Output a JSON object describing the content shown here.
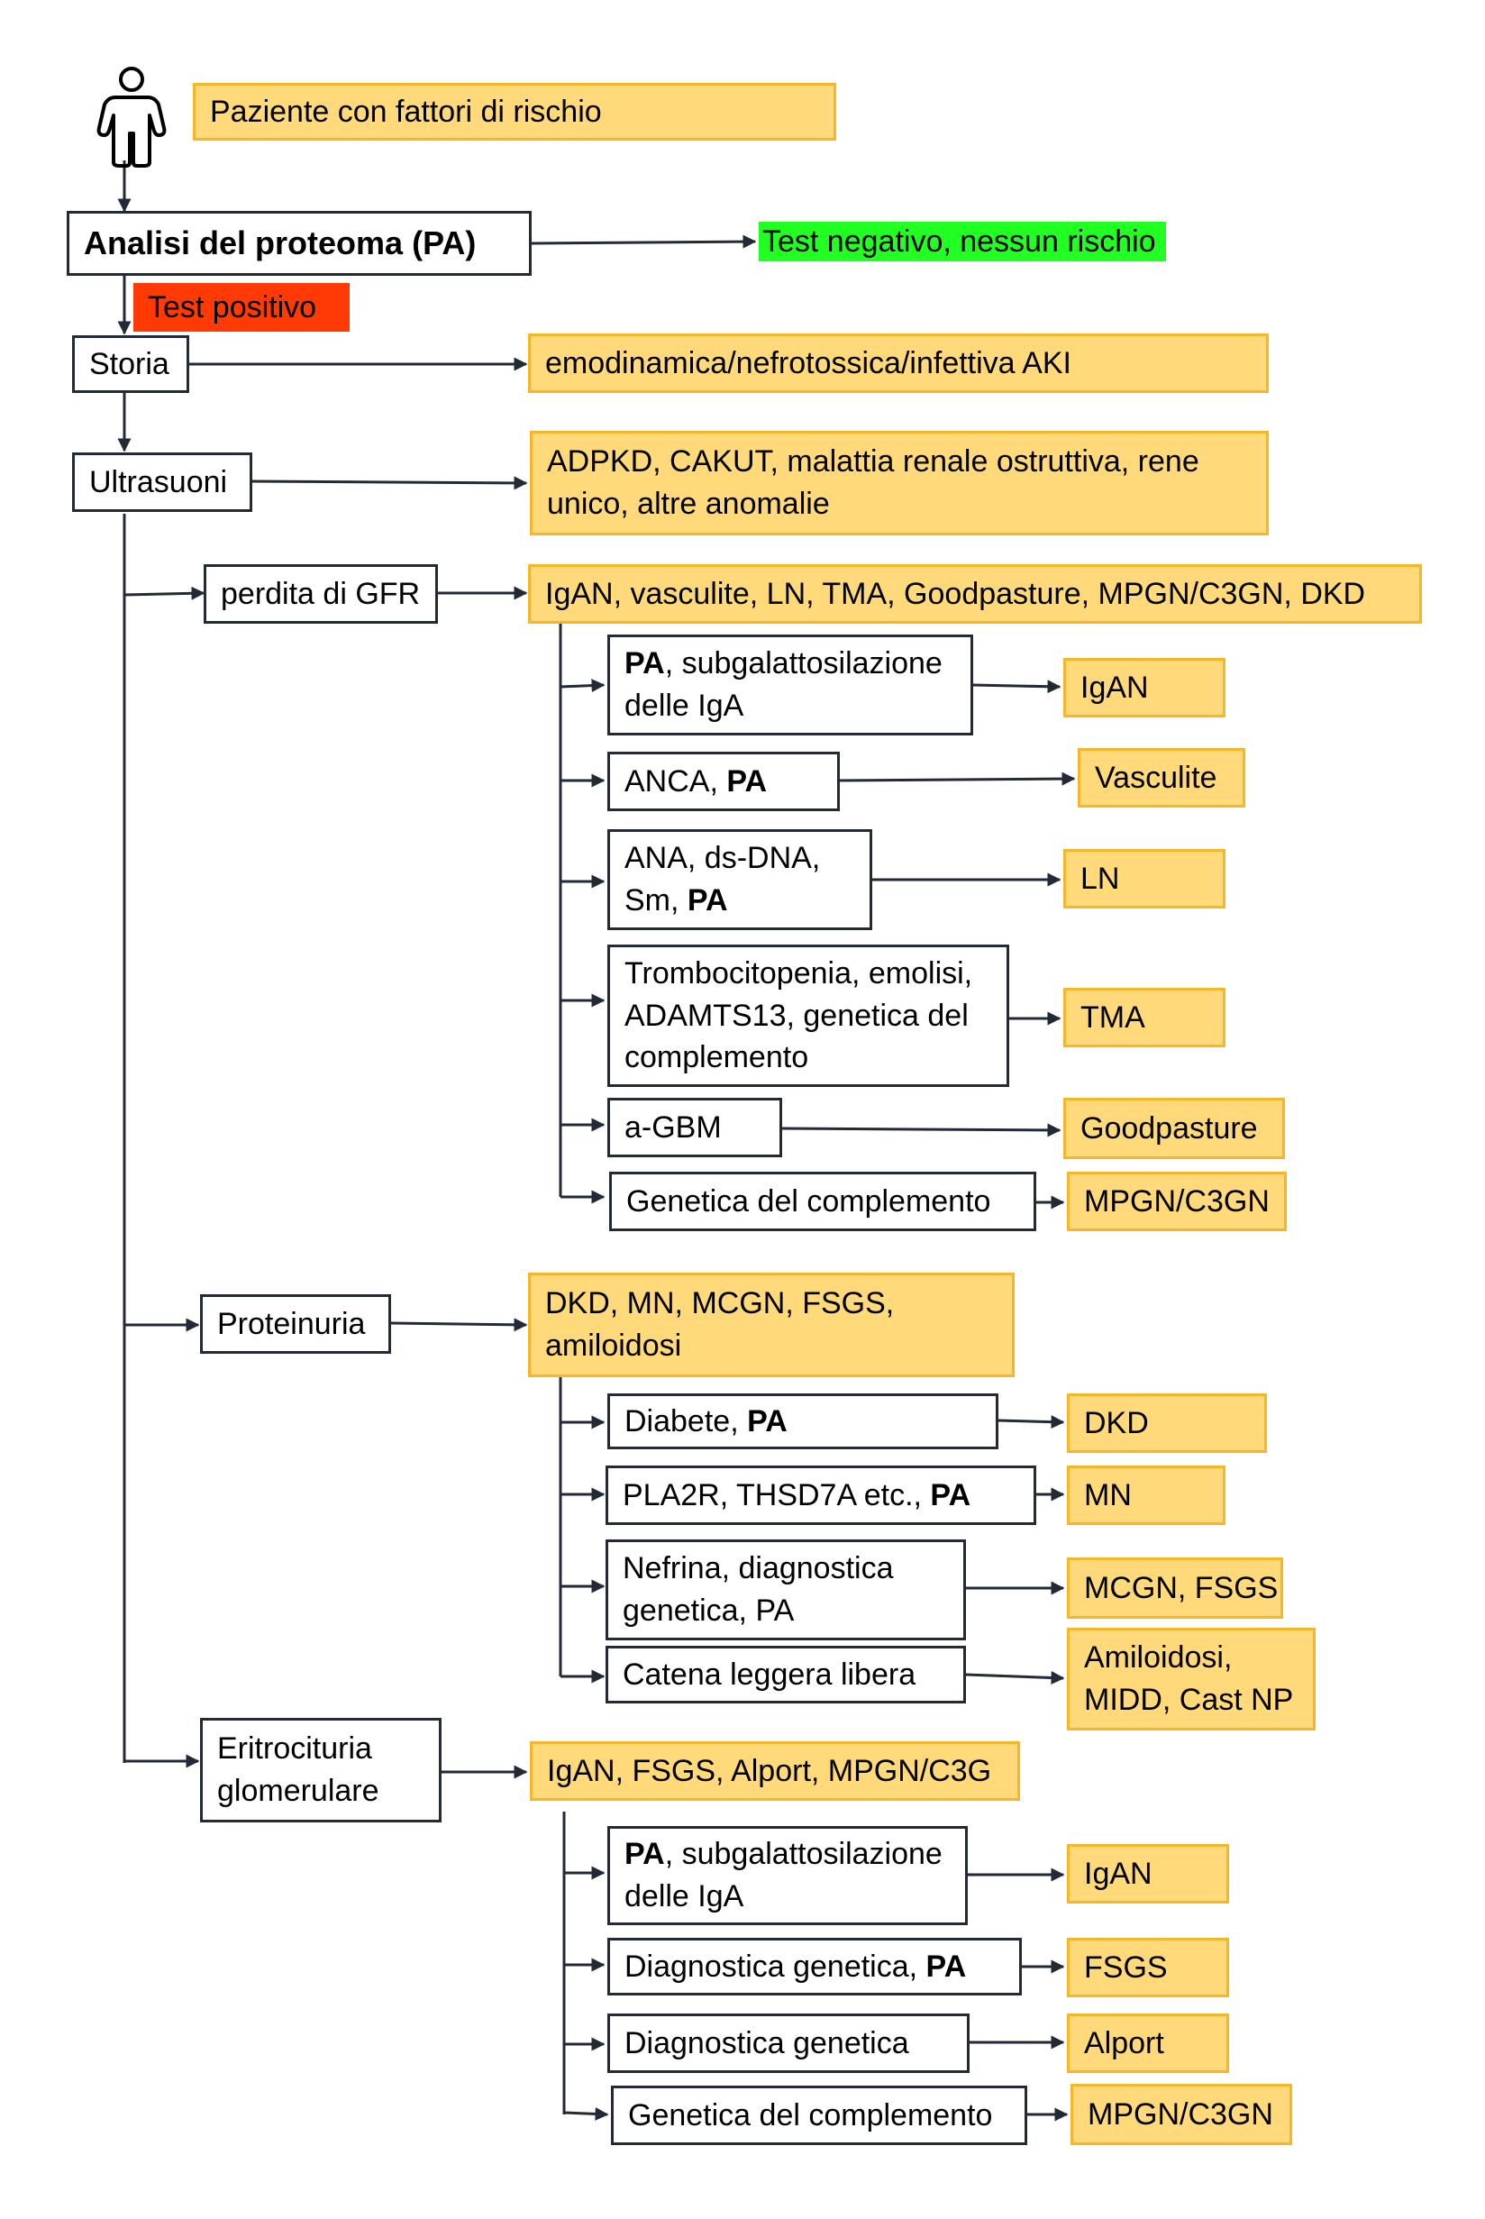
{
  "patient": {
    "label": "Paziente con fattori di rischio",
    "icon": "person-icon"
  },
  "proteome": {
    "label": "Analisi del proteoma (PA)"
  },
  "negative": {
    "label": "Test negativo, nessun rischio"
  },
  "positive": {
    "label": "Test positivo"
  },
  "history": {
    "label": "Storia",
    "outcome": "emodinamica/nefrotossica/infettiva AKI"
  },
  "ultrasound": {
    "label": "Ultrasuoni",
    "outcome_line1": "ADPKD, CAKUT, malattia renale ostruttiva, rene",
    "outcome_line2": "unico, altre anomalie"
  },
  "gfr": {
    "label": "perdita di GFR",
    "outcome": "IgAN, vasculite, LN, TMA, Goodpasture, MPGN/C3GN, DKD",
    "tests": [
      {
        "pa": "PA",
        "line1_rest": ", subgalattosilazione",
        "line2": "delle IgA",
        "result": "IgAN"
      },
      {
        "prefix": "ANCA, ",
        "pa": "PA",
        "result": "Vasculite"
      },
      {
        "line1": "ANA, ds-DNA,",
        "prefix2": "Sm, ",
        "pa": "PA",
        "result": "LN"
      },
      {
        "line1": "Trombocitopenia, emolisi,",
        "line2": "ADAMTS13, genetica del",
        "line3": "complemento",
        "result": "TMA"
      },
      {
        "label": "a-GBM",
        "result": "Goodpasture"
      },
      {
        "label": "Genetica del complemento",
        "result": "MPGN/C3GN"
      }
    ]
  },
  "proteinuria": {
    "label": "Proteinuria",
    "outcome_line1": "DKD, MN, MCGN, FSGS,",
    "outcome_line2": "amiloidosi",
    "tests": [
      {
        "prefix": "Diabete, ",
        "pa": "PA",
        "result": "DKD"
      },
      {
        "prefix": "PLA2R, THSD7A etc., ",
        "pa": "PA",
        "result": "MN"
      },
      {
        "line1": "Nefrina, diagnostica",
        "line2": "genetica, PA",
        "result": "MCGN, FSGS"
      },
      {
        "label": "Catena leggera libera",
        "result_line1": "Amiloidosi,",
        "result_line2": "MIDD, Cast NP"
      }
    ]
  },
  "hematuria": {
    "label_line1": "Eritrocituria",
    "label_line2": "glomerulare",
    "outcome": "IgAN, FSGS, Alport, MPGN/C3G",
    "tests": [
      {
        "pa": "PA",
        "line1_rest": ", subgalattosilazione",
        "line2": "delle IgA",
        "result": "IgAN"
      },
      {
        "prefix": "Diagnostica genetica, ",
        "pa": "PA",
        "result": "FSGS"
      },
      {
        "label": "Diagnostica genetica",
        "result": "Alport"
      },
      {
        "label": "Genetica del complemento",
        "result": "MPGN/C3GN"
      }
    ]
  }
}
